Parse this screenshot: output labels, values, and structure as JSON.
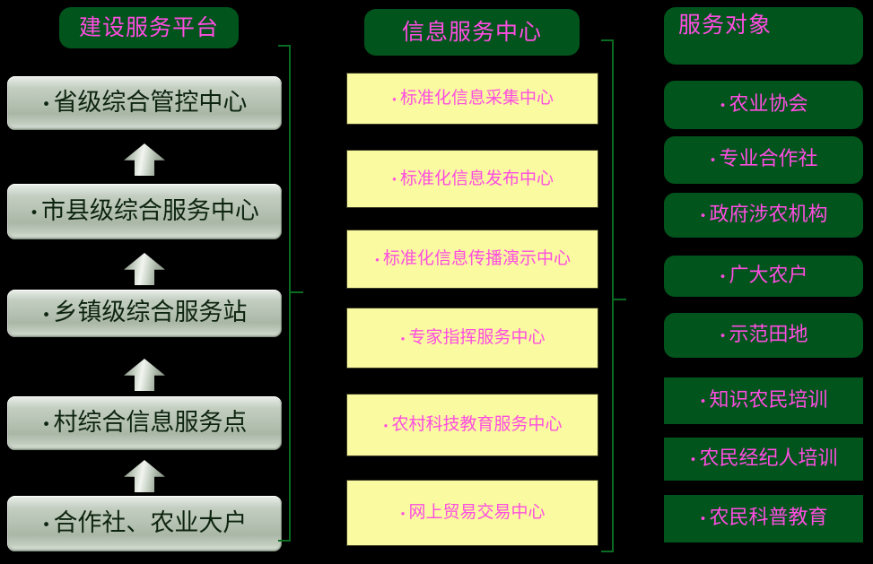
{
  "diagram": {
    "title_text_color": "#ff4de0",
    "header_color": "#00541c",
    "yellow_color": "#fafaa0",
    "connector_color": "#0a6b22",
    "background": "#000000"
  },
  "columns": {
    "left": {
      "header": "建设服务平台",
      "items": [
        {
          "label": "省级综合管控中心"
        },
        {
          "label": "市县级综合服务中心"
        },
        {
          "label": "乡镇级综合服务站"
        },
        {
          "label": "村综合信息服务点"
        },
        {
          "label": "合作社、农业大户"
        }
      ]
    },
    "middle": {
      "header": "信息服务中心",
      "items": [
        {
          "label": "标准化信息采集中心"
        },
        {
          "label": "标准化信息发布中心"
        },
        {
          "label": "标准化信息传播演示中心"
        },
        {
          "label": "专家指挥服务中心"
        },
        {
          "label": "农村科技教育服务中心"
        },
        {
          "label": "网上贸易交易中心"
        }
      ]
    },
    "right": {
      "header": "服务对象",
      "items": [
        {
          "label": "农业协会"
        },
        {
          "label": "专业合作社"
        },
        {
          "label": "政府涉农机构"
        },
        {
          "label": "广大农户"
        },
        {
          "label": "示范田地"
        },
        {
          "label": "知识农民培训"
        },
        {
          "label": "农民经纪人培训"
        },
        {
          "label": "农民科普教育"
        }
      ]
    }
  }
}
